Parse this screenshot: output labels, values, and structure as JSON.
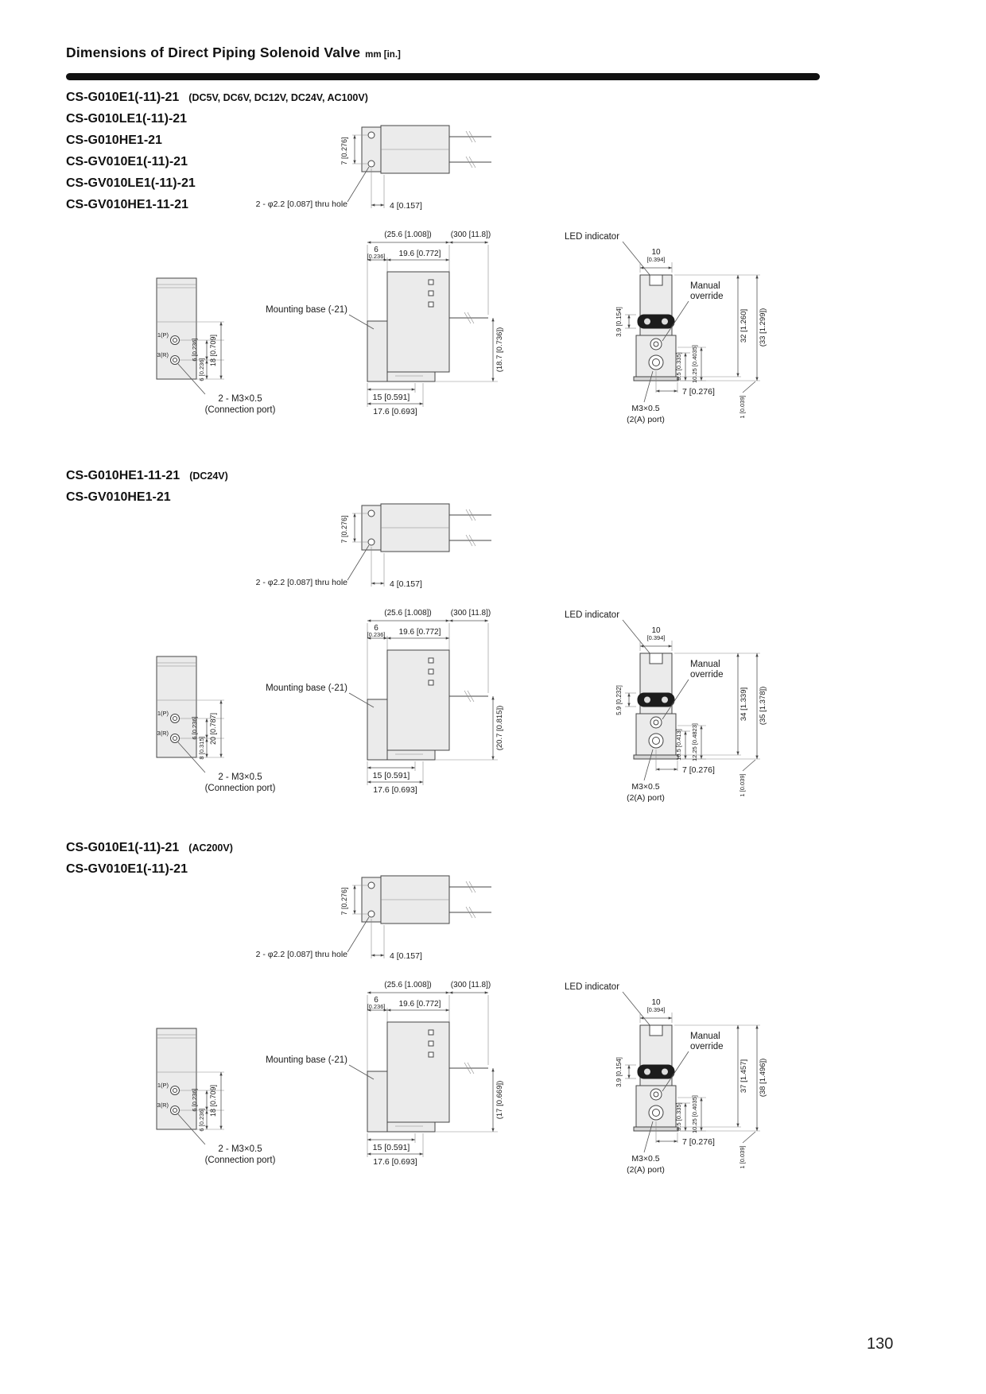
{
  "header": {
    "title": "Dimensions of Direct Piping Solenoid Valve",
    "unit": "mm [in.]"
  },
  "footer": {
    "page_number": "130"
  },
  "sections": [
    {
      "models": [
        {
          "name": "CS-G010E1(-11)-21",
          "voltages": "(DC5V, DC6V, DC12V, DC24V, AC100V)"
        },
        {
          "name": "CS-G010LE1(-11)-21",
          "voltages": ""
        },
        {
          "name": "CS-G010HE1-21",
          "voltages": ""
        },
        {
          "name": "CS-GV010E1(-11)-21",
          "voltages": ""
        },
        {
          "name": "CS-GV010LE1(-11)-21",
          "voltages": ""
        },
        {
          "name": "CS-GV010HE1-11-21",
          "voltages": ""
        }
      ],
      "top_view": {
        "height_dim": "7 [0.276]",
        "thru_hole": "2 - φ2.2 [0.087] thru hole",
        "offset_dim": "4 [0.157]"
      },
      "side_view": {
        "body_width": "(25.6 [1.008])",
        "lead_length": "(300 [11.8])",
        "base_width_num": "6",
        "base_width_in": "[0.236]",
        "coil_width": "19.6 [0.772]",
        "mounting_base": "Mounting base (-21)",
        "height": "(18.7 [0.736])",
        "bottom_width1": "15 [0.591]",
        "bottom_width2": "17.6 [0.693]"
      },
      "port_view": {
        "port1": "1(P)",
        "port2": "3(R)",
        "pitch1": "6 [0.236]",
        "pitch2": "6 [0.236]",
        "overall": "18 [0.709]",
        "conn_label1": "2 - M3×0.5",
        "conn_label2": "(Connection port)"
      },
      "front_view": {
        "led": "LED indicator",
        "width_num": "10",
        "width_in": "[0.394]",
        "manual1": "Manual",
        "manual2": "override",
        "band_height": "3.9 [0.154]",
        "dim_a": "8.5 [0.335]",
        "dim_b": "10.25 [0.4035]",
        "height_1": "32 [1.260]",
        "height_2": "(33 [1.299])",
        "bottom_dim": "7 [0.276]",
        "plate_dim": "1 [0.039]",
        "thread": "M3×0.5",
        "port_name": "(2(A) port)"
      }
    },
    {
      "models": [
        {
          "name": "CS-G010HE1-11-21",
          "voltages": "(DC24V)"
        },
        {
          "name": "CS-GV010HE1-21",
          "voltages": ""
        }
      ],
      "top_view": {
        "height_dim": "7 [0.276]",
        "thru_hole": "2 - φ2.2 [0.087] thru hole",
        "offset_dim": "4 [0.157]"
      },
      "side_view": {
        "body_width": "(25.6 [1.008])",
        "lead_length": "(300 [11.8])",
        "base_width_num": "6",
        "base_width_in": "[0.236]",
        "coil_width": "19.6 [0.772]",
        "mounting_base": "Mounting base (-21)",
        "height": "(20.7 [0.815])",
        "bottom_width1": "15 [0.591]",
        "bottom_width2": "17.6 [0.693]"
      },
      "port_view": {
        "port1": "1(P)",
        "port2": "3(R)",
        "pitch1": "6 [0.236]",
        "pitch2": "8 [0.315]",
        "overall": "20 [0.787]",
        "conn_label1": "2 - M3×0.5",
        "conn_label2": "(Connection port)"
      },
      "front_view": {
        "led": "LED indicator",
        "width_num": "10",
        "width_in": "[0.394]",
        "manual1": "Manual",
        "manual2": "override",
        "band_height": "5.9 [0.232]",
        "dim_a": "10.5 [0.413]",
        "dim_b": "12.25 [0.4823]",
        "height_1": "34 [1.339]",
        "height_2": "(35 [1.378])",
        "bottom_dim": "7 [0.276]",
        "plate_dim": "1 [0.039]",
        "thread": "M3×0.5",
        "port_name": "(2(A) port)"
      }
    },
    {
      "models": [
        {
          "name": "CS-G010E1(-11)-21",
          "voltages": "(AC200V)"
        },
        {
          "name": "CS-GV010E1(-11)-21",
          "voltages": ""
        }
      ],
      "top_view": {
        "height_dim": "7 [0.276]",
        "thru_hole": "2 - φ2.2 [0.087] thru hole",
        "offset_dim": "4 [0.157]"
      },
      "side_view": {
        "body_width": "(25.6 [1.008])",
        "lead_length": "(300 [11.8])",
        "base_width_num": "6",
        "base_width_in": "[0.236]",
        "coil_width": "19.6 [0.772]",
        "mounting_base": "Mounting base (-21)",
        "height": "(17 [0.669])",
        "bottom_width1": "15 [0.591]",
        "bottom_width2": "17.6 [0.693]"
      },
      "port_view": {
        "port1": "1(P)",
        "port2": "3(R)",
        "pitch1": "6 [0.236]",
        "pitch2": "6 [0.236]",
        "overall": "18 [0.709]",
        "conn_label1": "2 - M3×0.5",
        "conn_label2": "(Connection port)"
      },
      "front_view": {
        "led": "LED indicator",
        "width_num": "10",
        "width_in": "[0.394]",
        "manual1": "Manual",
        "manual2": "override",
        "band_height": "3.9 [0.154]",
        "dim_a": "8.5 [0.335]",
        "dim_b": "10.25 [0.4035]",
        "height_1": "37 [1.457]",
        "height_2": "(38 [1.496])",
        "bottom_dim": "7 [0.276]",
        "plate_dim": "1 [0.039]",
        "thread": "M3×0.5",
        "port_name": "(2(A) port)"
      }
    }
  ]
}
